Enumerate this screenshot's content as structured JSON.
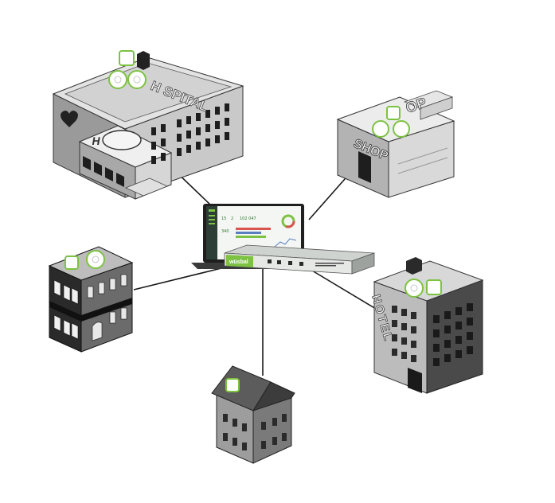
{
  "accent_color": "#7dc243",
  "buildings": {
    "hospital": {
      "sign": "H SPITAL",
      "helipad_letter": "H"
    },
    "shop": {
      "sign": "SHOP",
      "roof_sign": "OP"
    },
    "hotel": {
      "sign": "HOTEL"
    }
  },
  "appliance": {
    "brand": "wüsbal"
  },
  "dashboard": {
    "numbers": [
      "15",
      "2",
      "102 047",
      "340"
    ]
  },
  "icons": [
    "laptop-icon",
    "network-appliance-icon",
    "access-point-icon"
  ]
}
